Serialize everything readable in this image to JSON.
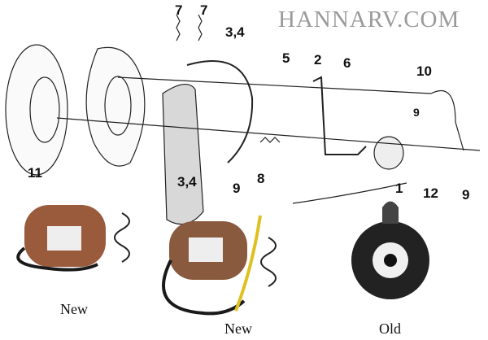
{
  "watermark": "HANNARV.COM",
  "callouts": {
    "n7a": "7",
    "n7b": "7",
    "n34top": "3,4",
    "n5": "5",
    "n2": "2",
    "n6": "6",
    "n10": "10",
    "n9right": "9",
    "n11": "11",
    "n34bottom": "3,4",
    "n9mid": "9",
    "n8": "8",
    "n1": "1",
    "n12": "12",
    "n9far": "9"
  },
  "photos": {
    "left_caption": "New",
    "middle_caption": "New",
    "right_caption": "Old"
  },
  "colors": {
    "magnet_face": "#9a5a3c",
    "wire_yellow": "#e0c020",
    "wire_black": "#1a1a1a",
    "watermark": "#9a9a9a"
  }
}
